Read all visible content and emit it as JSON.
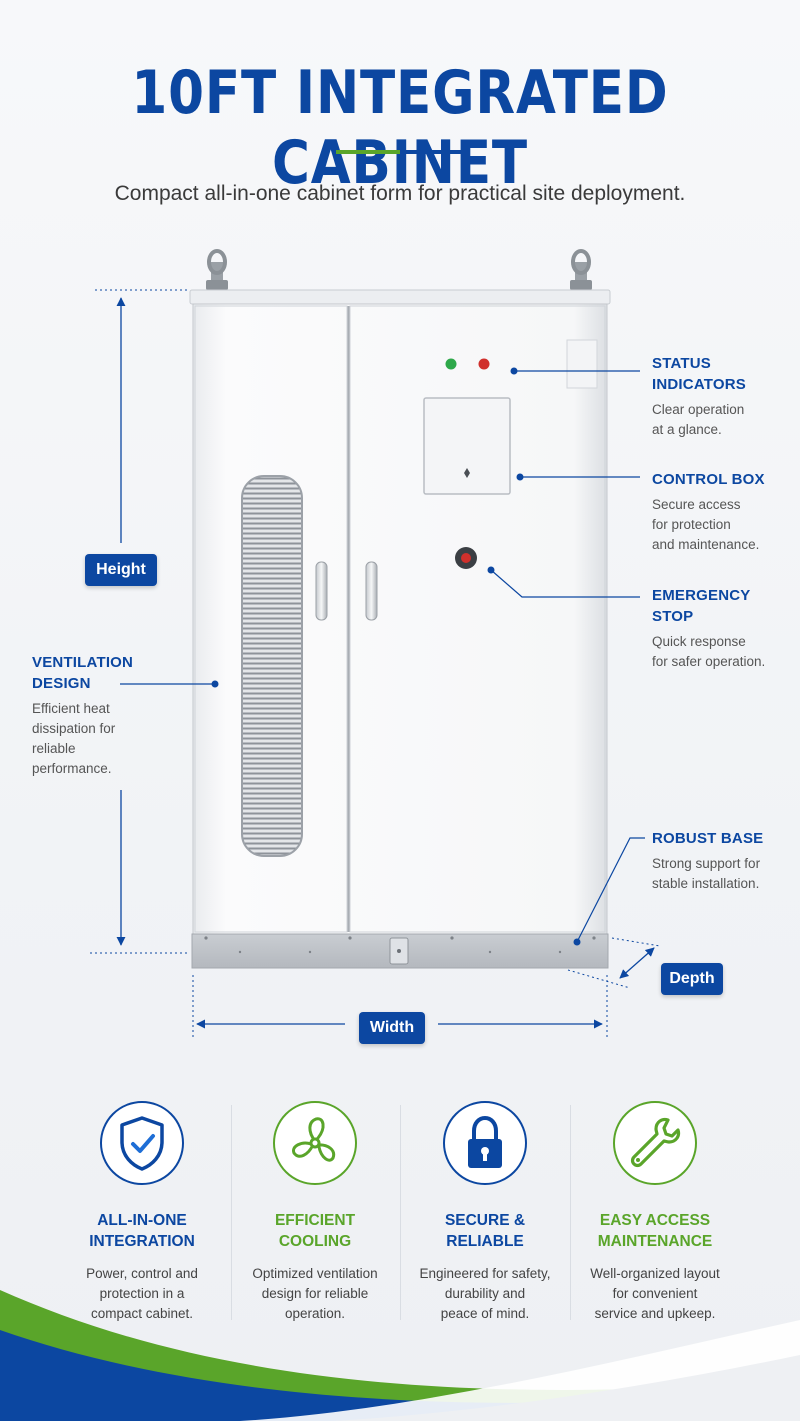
{
  "header": {
    "title": "10FT INTEGRATED CABINET",
    "subtitle": "Compact all-in-one cabinet form for practical site deployment."
  },
  "colors": {
    "brand_blue": "#0c47a1",
    "brand_green": "#5aa52a",
    "status_green": "#2ea84a",
    "status_red": "#d0302c"
  },
  "dimensions": {
    "height": "Height",
    "width": "Width",
    "depth": "Depth"
  },
  "callouts": {
    "status": {
      "title_1": "STATUS",
      "title_2": "INDICATORS",
      "desc_1": "Clear operation",
      "desc_2": "at a glance."
    },
    "control": {
      "title_1": "CONTROL BOX",
      "desc_1": "Secure access",
      "desc_2": "for protection",
      "desc_3": "and maintenance."
    },
    "estop": {
      "title_1": "EMERGENCY",
      "title_2": "STOP",
      "desc_1": "Quick response",
      "desc_2": "for safer operation."
    },
    "vent": {
      "title_1": "VENTILATION",
      "title_2": "DESIGN",
      "desc_1": "Efficient heat",
      "desc_2": "dissipation for",
      "desc_3": "reliable",
      "desc_4": "performance."
    },
    "base": {
      "title_1": "ROBUST BASE",
      "desc_1": "Strong support for",
      "desc_2": "stable installation."
    }
  },
  "features": [
    {
      "icon": "shield-check-icon",
      "title_1": "ALL-IN-ONE",
      "title_2": "INTEGRATION",
      "desc_1": "Power, control and",
      "desc_2": "protection in a",
      "desc_3": "compact cabinet.",
      "color": "#0c47a1"
    },
    {
      "icon": "fan-icon",
      "title_1": "EFFICIENT",
      "title_2": "COOLING",
      "desc_1": "Optimized ventilation",
      "desc_2": "design for reliable",
      "desc_3": "operation.",
      "color": "#5aa52a"
    },
    {
      "icon": "padlock-icon",
      "title_1": "SECURE &",
      "title_2": "RELIABLE",
      "desc_1": "Engineered for safety,",
      "desc_2": "durability and",
      "desc_3": "peace of mind.",
      "color": "#0c47a1"
    },
    {
      "icon": "wrench-icon",
      "title_1": "EASY ACCESS",
      "title_2": "MAINTENANCE",
      "desc_1": "Well-organized layout",
      "desc_2": "for convenient",
      "desc_3": "service and upkeep.",
      "color": "#5aa52a"
    }
  ]
}
